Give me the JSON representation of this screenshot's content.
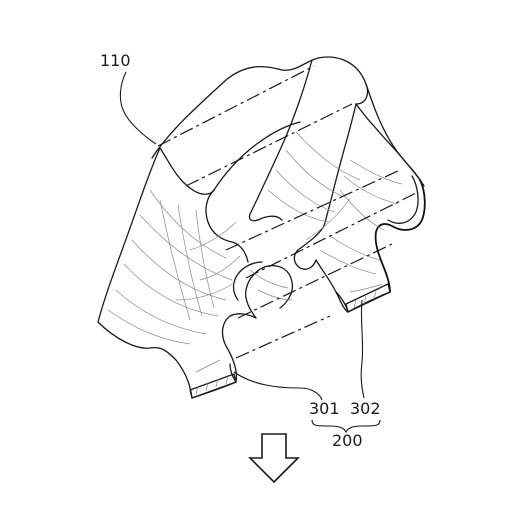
{
  "labels": {
    "part_110": "110",
    "part_301": "301",
    "part_302": "302",
    "group_200": "200"
  },
  "icons": {
    "arrow": "down-arrow-icon"
  },
  "colors": {
    "line": "#1a1a1a",
    "background": "#ffffff"
  }
}
